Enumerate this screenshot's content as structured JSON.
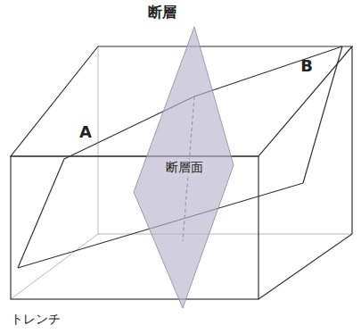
{
  "diagram": {
    "title": "断層",
    "nodes": [
      {
        "text": [
          "断層面"
        ]
      }
    ],
    "labels": [
      "A",
      "B",
      "トレンチ"
    ]
  }
}
